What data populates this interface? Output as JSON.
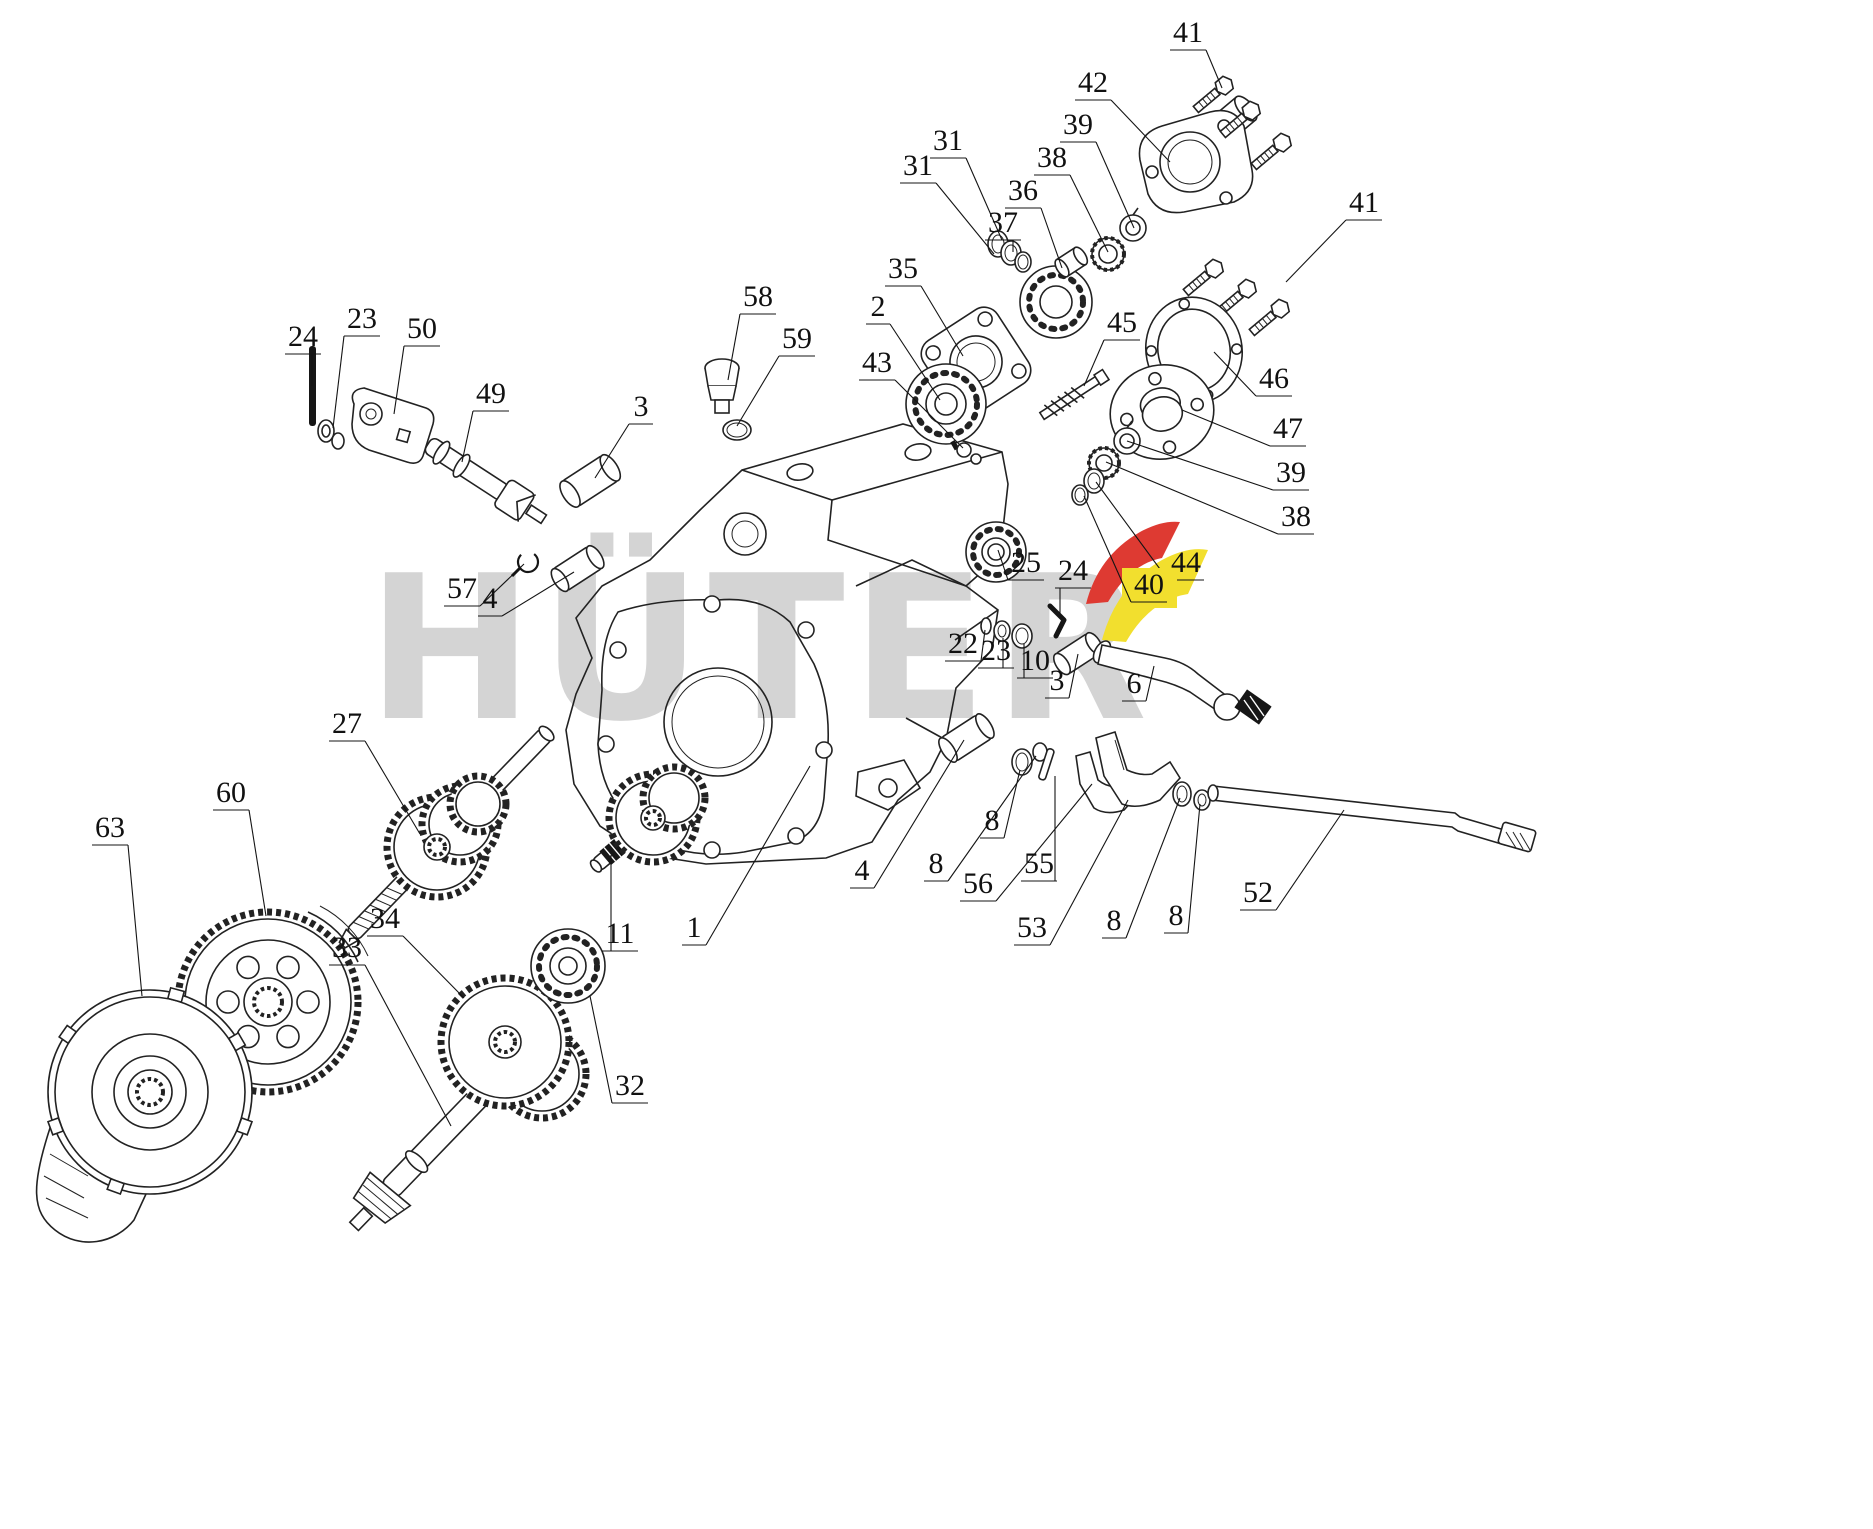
{
  "watermark": {
    "text": "HÜTER",
    "color": "#d4d4d4",
    "accent_yellow": "#f2df2e",
    "accent_red": "#de3a32"
  },
  "callouts": [
    {
      "label": "41"
    },
    {
      "label": "42"
    },
    {
      "label": "39"
    },
    {
      "label": "38"
    },
    {
      "label": "31"
    },
    {
      "label": "31"
    },
    {
      "label": "36"
    },
    {
      "label": "37"
    },
    {
      "label": "41"
    },
    {
      "label": "58"
    },
    {
      "label": "35"
    },
    {
      "label": "2"
    },
    {
      "label": "59"
    },
    {
      "label": "43"
    },
    {
      "label": "45"
    },
    {
      "label": "46"
    },
    {
      "label": "47"
    },
    {
      "label": "39"
    },
    {
      "label": "38"
    },
    {
      "label": "23"
    },
    {
      "label": "24"
    },
    {
      "label": "50"
    },
    {
      "label": "49"
    },
    {
      "label": "3"
    },
    {
      "label": "44"
    },
    {
      "label": "40"
    },
    {
      "label": "57"
    },
    {
      "label": "4"
    },
    {
      "label": "25"
    },
    {
      "label": "24"
    },
    {
      "label": "22"
    },
    {
      "label": "23"
    },
    {
      "label": "10"
    },
    {
      "label": "3"
    },
    {
      "label": "6"
    },
    {
      "label": "27"
    },
    {
      "label": "60"
    },
    {
      "label": "63"
    },
    {
      "label": "8"
    },
    {
      "label": "8"
    },
    {
      "label": "4"
    },
    {
      "label": "55"
    },
    {
      "label": "56"
    },
    {
      "label": "34"
    },
    {
      "label": "33"
    },
    {
      "label": "11"
    },
    {
      "label": "1"
    },
    {
      "label": "53"
    },
    {
      "label": "8"
    },
    {
      "label": "8"
    },
    {
      "label": "52"
    },
    {
      "label": "32"
    }
  ]
}
